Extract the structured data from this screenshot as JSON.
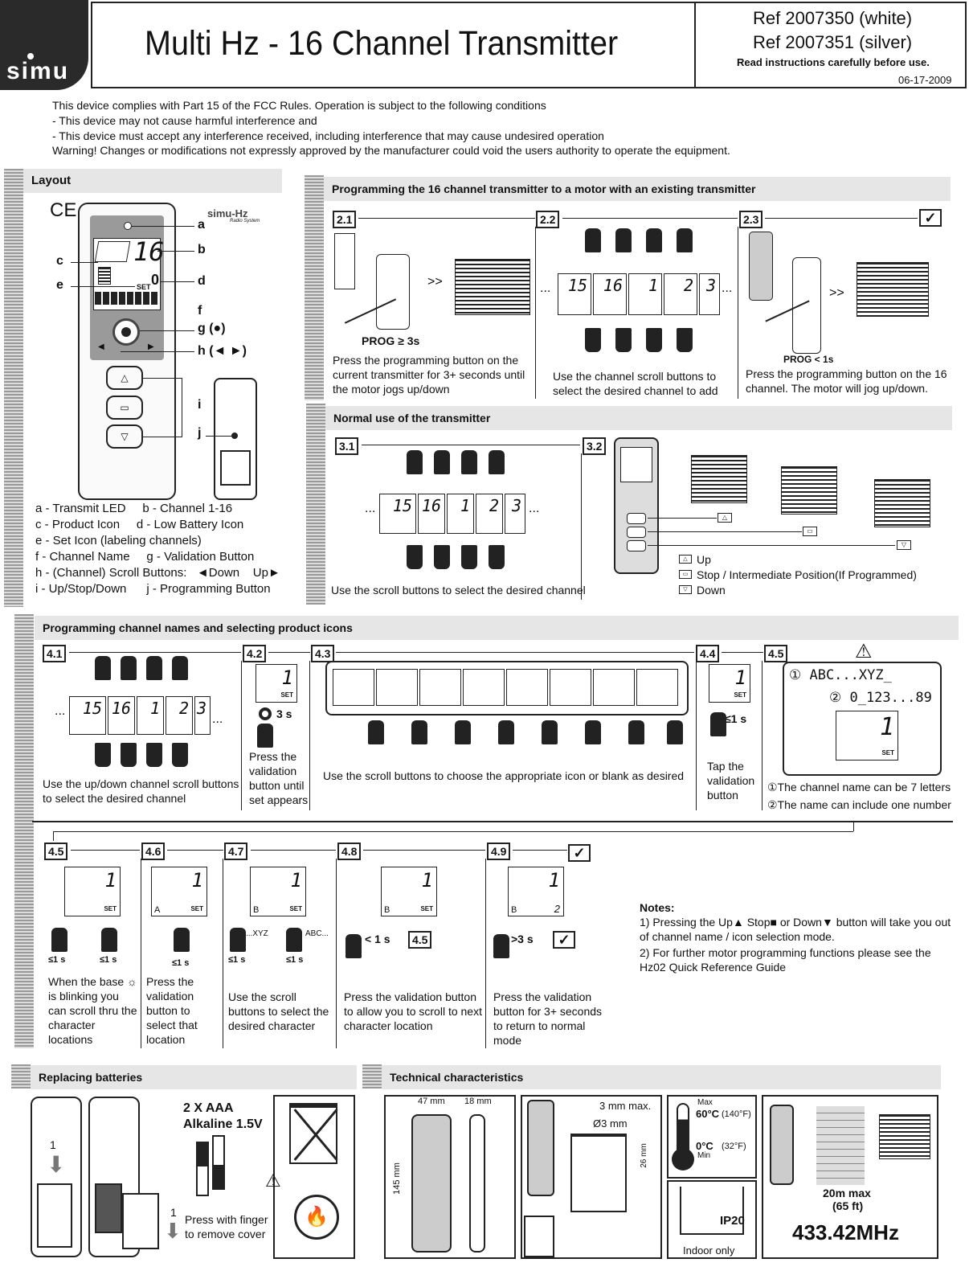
{
  "header": {
    "brand": "simu",
    "title": "Multi Hz - 16 Channel Transmitter",
    "ref_white": "Ref 2007350 (white)",
    "ref_silver": "Ref 2007351 (silver)",
    "read_instructions": "Read instructions carefully  before use.",
    "date": "06-17-2009"
  },
  "fcc": [
    "This device complies with Part 15 of the FCC Rules. Operation is subject to the following conditions",
    "- This device may not cause harmful interference and",
    "- This device must accept any interference received, including interference that may cause undesired operation",
    "Warning! Changes or modifications not expressly approved by the manufacturer could void the users authority to operate the equipment."
  ],
  "layout": {
    "heading": "Layout",
    "ce": "CE",
    "simu_hz": "simu-Hz",
    "radio_system": "Radio System",
    "lcd_channel": "16",
    "set": "SET",
    "low_batt": "0",
    "callouts": [
      "a",
      "b",
      "c",
      "d",
      "e",
      "f",
      "g (●)",
      "h (◄ ►)",
      "i",
      "j"
    ],
    "legend": [
      "a - Transmit LED     b - Channel 1-16",
      "c - Product Icon     d - Low Battery Icon",
      "e - Set Icon (labeling channels)",
      "f - Channel Name     g - Validation Button",
      "h - (Channel) Scroll Buttons:   ◄Down    Up►",
      "i - Up/Stop/Down      j - Programming Button"
    ]
  },
  "sec2": {
    "heading": "Programming the 16 channel transmitter to a motor with an existing transmitter",
    "step1": "2.1",
    "step2": "2.2",
    "step3": "2.3",
    "prog1": "PROG ≥ 3s",
    "prog3": "PROG < 1s",
    "arrows": ">>",
    "channels": [
      "15",
      "16",
      "1",
      "2",
      "3"
    ],
    "ellipsis": "...",
    "text1": "Press the programming button on the current transmitter for 3+ seconds until the motor jogs up/down",
    "text2": "Use the channel scroll buttons to select the desired channel to add",
    "text3": "Press the programming button on the 16 channel. The motor will jog up/down.",
    "check": "✓"
  },
  "sec3": {
    "heading": "Normal use of the transmitter",
    "step1": "3.1",
    "step2": "3.2",
    "channels": [
      "15",
      "16",
      "1",
      "2",
      "3"
    ],
    "text1": "Use the scroll buttons to select the desired channel",
    "up": "Up",
    "stop": "Stop / Intermediate Position(If Programmed)",
    "down": "Down"
  },
  "sec4": {
    "heading": "Programming channel names and selecting product icons",
    "steps_top": [
      "4.1",
      "4.2",
      "4.3",
      "4.4",
      "4.5"
    ],
    "channels": [
      "15",
      "16",
      "1",
      "2",
      "3"
    ],
    "text41": "Use the up/down channel scroll buttons to select the desired channel",
    "time42": "3 s",
    "text42": "Press the validation button until set appears",
    "text43": "Use the scroll buttons to choose the appropriate icon or blank as desired",
    "time44": "≤1 s",
    "text44": "Tap the validation button",
    "name_example": "① ABC...XYZ_",
    "num_example": "② 0_123...89",
    "note1": "①The channel name can be 7 letters",
    "note2": "②The name can include one number",
    "steps_bottom": [
      "4.5",
      "4.6",
      "4.7",
      "4.8",
      "4.9"
    ],
    "le1s": "≤1 s",
    "lt1s": "< 1 s",
    "gt3s": ">3 s",
    "goto": "4.5",
    "xyz": "...XYZ",
    "abc": "ABC...",
    "text45": "When the base ☼ is blinking you can scroll thru the character locations",
    "text46": "Press the validation button to select that location",
    "text47": "Use the scroll buttons to select the desired character",
    "text48": "Press the validation button to allow you to scroll to next character location",
    "text49": "Press the validation button for 3+ seconds to return to normal mode",
    "notes_title": "Notes:",
    "note_a": "1) Pressing the Up▲  Stop■  or Down▼  button will take you out of channel name / icon selection mode.",
    "note_b": "2) For further motor programming functions please see the Hz02 Quick Reference Guide",
    "lcd_chars": [
      "A",
      "B",
      "B",
      "B"
    ],
    "lcd49": "2"
  },
  "sec5": {
    "heading": "Replacing batteries",
    "battery": "2 X AAA",
    "alkaline": "Alkaline 1.5V",
    "one": "1",
    "press_text": "Press with finger to remove cover"
  },
  "sec6": {
    "heading": "Technical characteristics",
    "w": "47 mm",
    "d": "18 mm",
    "h": "145 mm",
    "screw": "3 mm max.",
    "dia": "Ø3 mm",
    "depth": "26 mm",
    "max": "Max",
    "maxtemp": "60°C",
    "maxf": "(140°F)",
    "mintemp": "0°C",
    "minf": "(32°F)",
    "min": "Min",
    "ip": "IP20",
    "indoor": "Indoor only",
    "range": "20m max",
    "range_ft": "(65 ft)",
    "freq": "433.42MHz"
  }
}
